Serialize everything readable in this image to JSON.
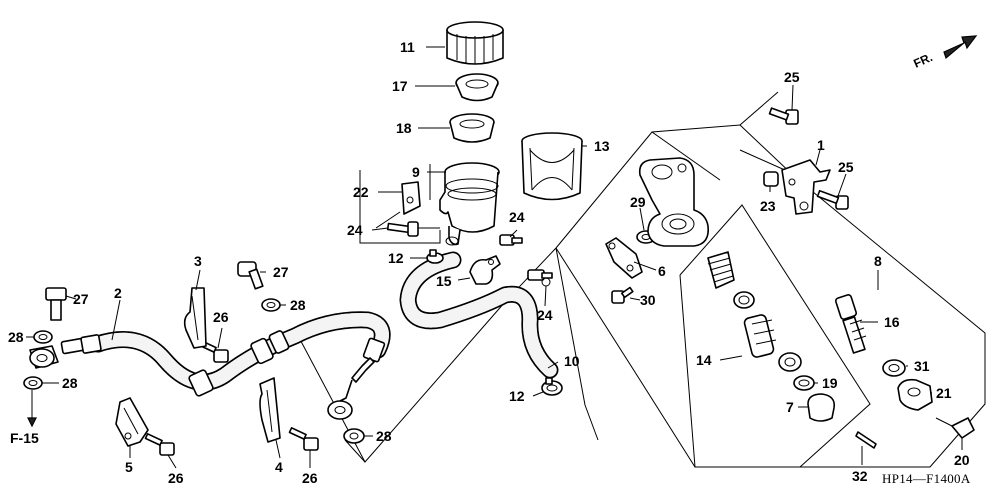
{
  "direction_label": "FR.",
  "drawing_code": "HP14—F1400A",
  "reference_label": "F-15",
  "callouts": {
    "c11": "11",
    "c17": "17",
    "c18": "18",
    "c13": "13",
    "c9": "9",
    "c22": "22",
    "c24a": "24",
    "c24b": "24",
    "c24c": "24",
    "c12a": "12",
    "c12b": "12",
    "c15": "15",
    "c10": "10",
    "c3": "3",
    "c27a": "27",
    "c27b": "27",
    "c2": "2",
    "c28a": "28",
    "c28b": "28",
    "c28c": "28",
    "c28d": "28",
    "c26a": "26",
    "c26b": "26",
    "c26c": "26",
    "c5": "5",
    "c4": "4",
    "c25a": "25",
    "c25b": "25",
    "c1": "1",
    "c23": "23",
    "c29": "29",
    "c6": "6",
    "c30": "30",
    "c8": "8",
    "c16": "16",
    "c14": "14",
    "c31": "31",
    "c19": "19",
    "c21": "21",
    "c7": "7",
    "c20": "20",
    "c32": "32"
  }
}
